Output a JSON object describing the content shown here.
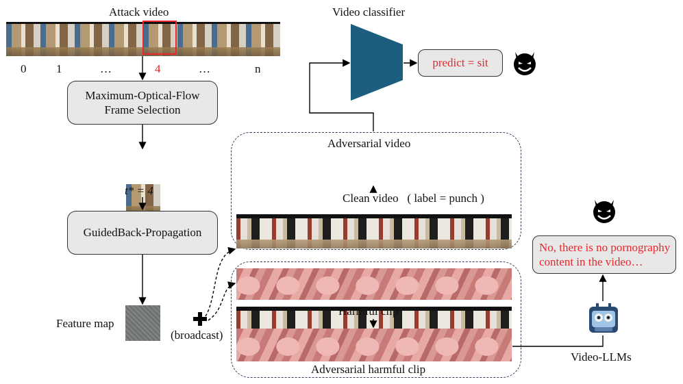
{
  "attack_video": {
    "title": "Attack video",
    "indices": [
      "0",
      "1",
      "…",
      "4",
      "…",
      "n"
    ]
  },
  "nodes": {
    "frame_selection": "Maximum-Optical-Flow Frame Selection",
    "t_star": "t* = 4",
    "guided_backprop": "GuidedBack-Propagation",
    "feature_map": "Feature map",
    "broadcast": "(broadcast)",
    "video_classifier": "Video classifier",
    "predict": "predict = sit",
    "adversarial_video": "Adversarial video",
    "clean_video": "Clean video   ( label = punch )",
    "harmful_clip": "Harmful clip",
    "adversarial_harmful_clip": "Adversarial harmful clip",
    "video_llms": "Video-LLMs",
    "llm_response": "No, there is no pornography content in the video…"
  },
  "colors": {
    "classifier": "#1c5d80",
    "highlight_red": "#e8262b",
    "box_fill": "#e8e8e8",
    "dashed_border": "#2d3e55"
  },
  "icons": [
    "devil-emoji-icon",
    "devil-emoji-icon",
    "plus-icon",
    "video-llm-logo-icon"
  ]
}
